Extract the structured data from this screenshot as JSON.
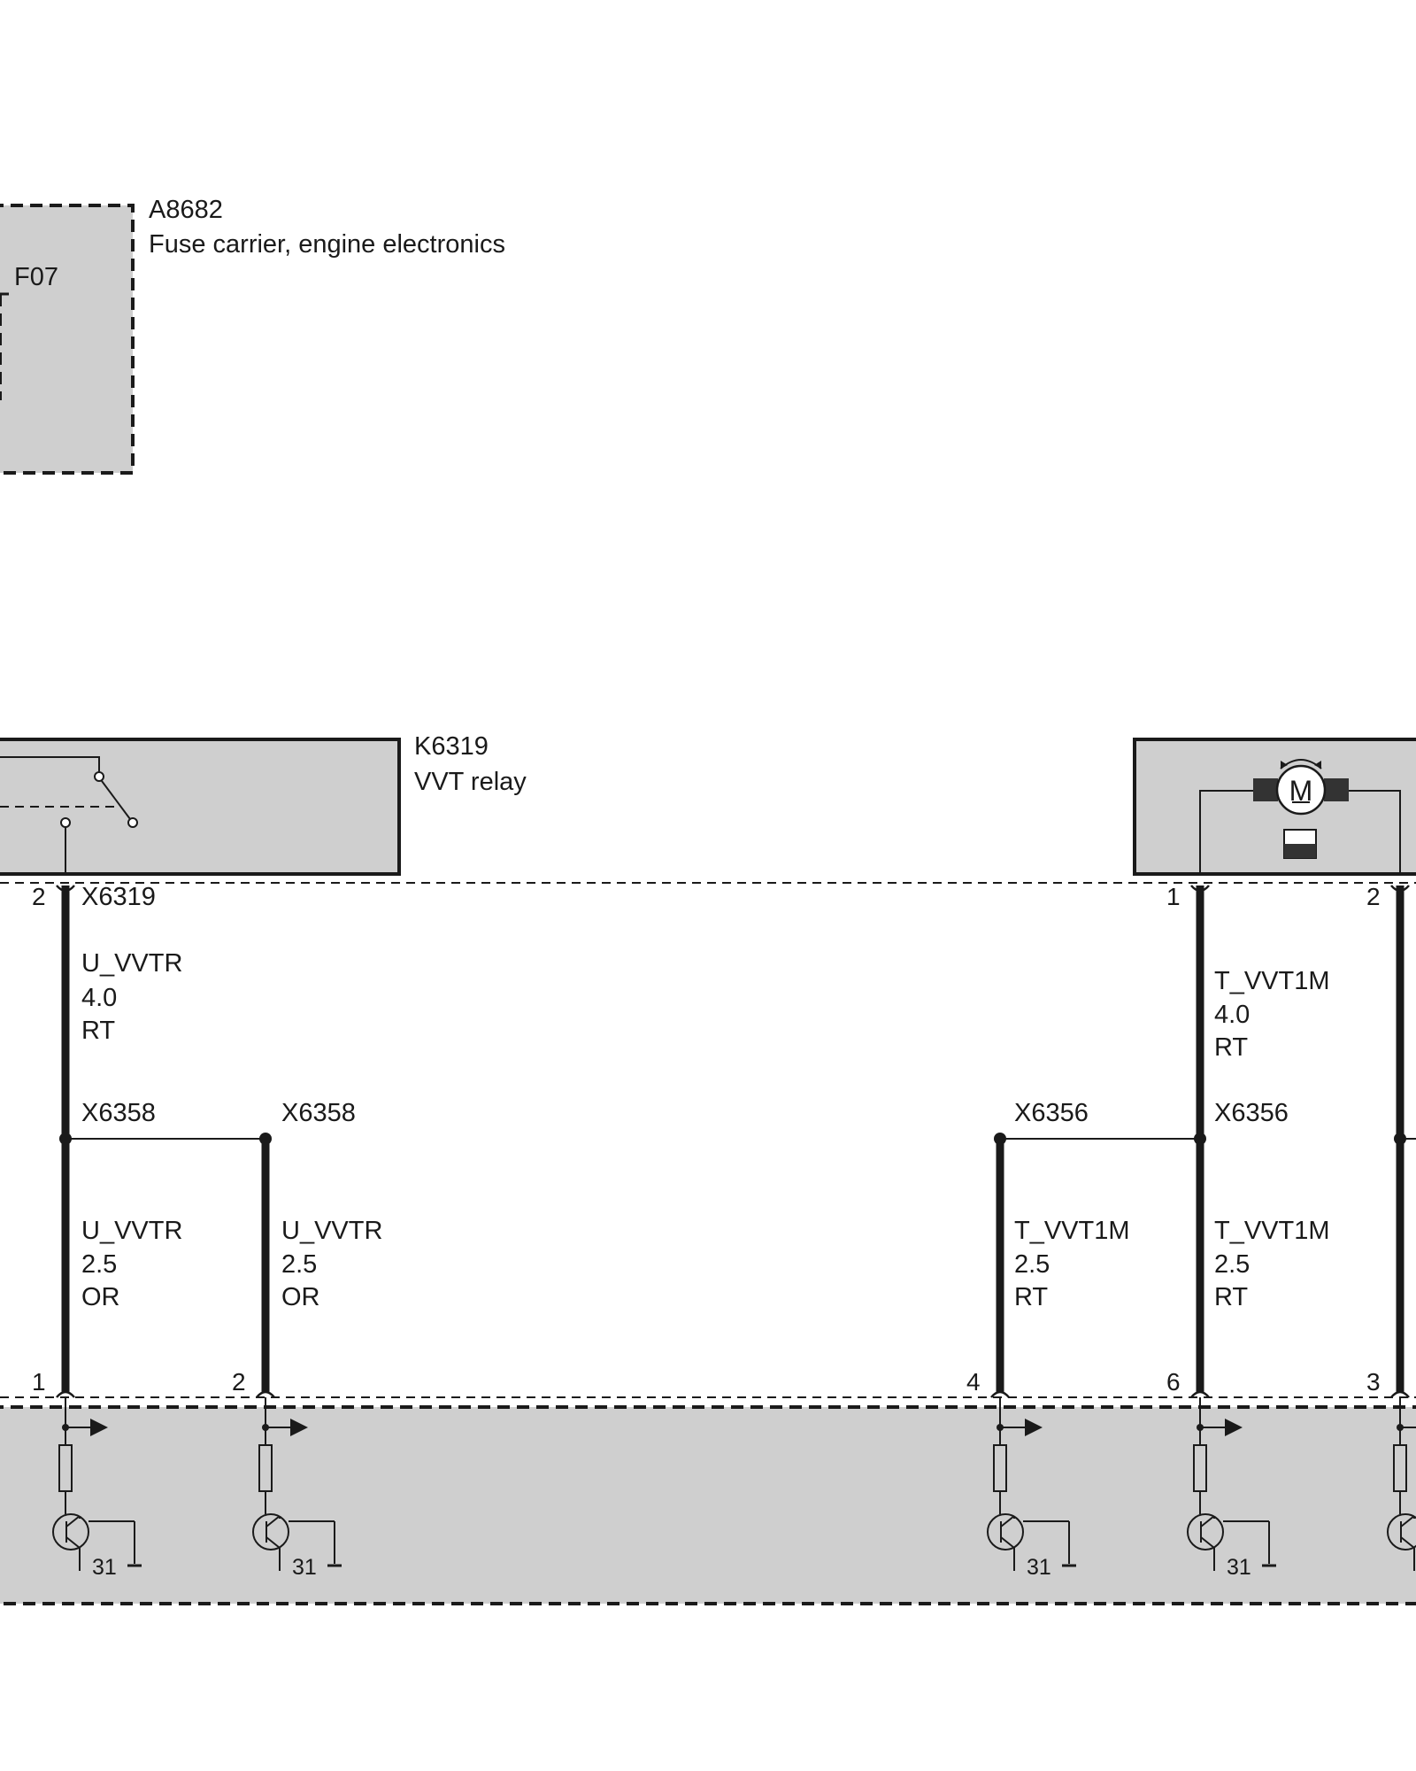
{
  "components": {
    "fuse_carrier": {
      "id": "A8682",
      "name": "Fuse carrier, engine electronics",
      "fuse": "F07"
    },
    "relay": {
      "id": "K6319",
      "name": "VVT relay"
    },
    "motor_unit": {
      "symbol": "M"
    }
  },
  "connectors": {
    "relay": "X6319",
    "splice_left_a": "X6358",
    "splice_left_b": "X6358",
    "splice_right_a": "X6356",
    "splice_right_b": "X6356"
  },
  "pins": {
    "relay": "2",
    "motor_1": "1",
    "motor_2": "2",
    "ecu_1": "1",
    "ecu_2": "2",
    "ecu_4": "4",
    "ecu_6": "6",
    "ecu_3": "3"
  },
  "wires": {
    "relay_out": {
      "signal": "U_VVTR",
      "size": "4.0",
      "color": "RT"
    },
    "motor_1": {
      "signal": "T_VVT1M",
      "size": "4.0",
      "color": "RT"
    },
    "ecu_1": {
      "signal": "U_VVTR",
      "size": "2.5",
      "color": "OR"
    },
    "ecu_2": {
      "signal": "U_VVTR",
      "size": "2.5",
      "color": "OR"
    },
    "ecu_4": {
      "signal": "T_VVT1M",
      "size": "2.5",
      "color": "RT"
    },
    "ecu_6": {
      "signal": "T_VVT1M",
      "size": "2.5",
      "color": "RT"
    }
  },
  "ground_label": "31",
  "colors": {
    "component_fill": "#cfcfcf",
    "line": "#1a1a1a",
    "background": "#ffffff"
  }
}
